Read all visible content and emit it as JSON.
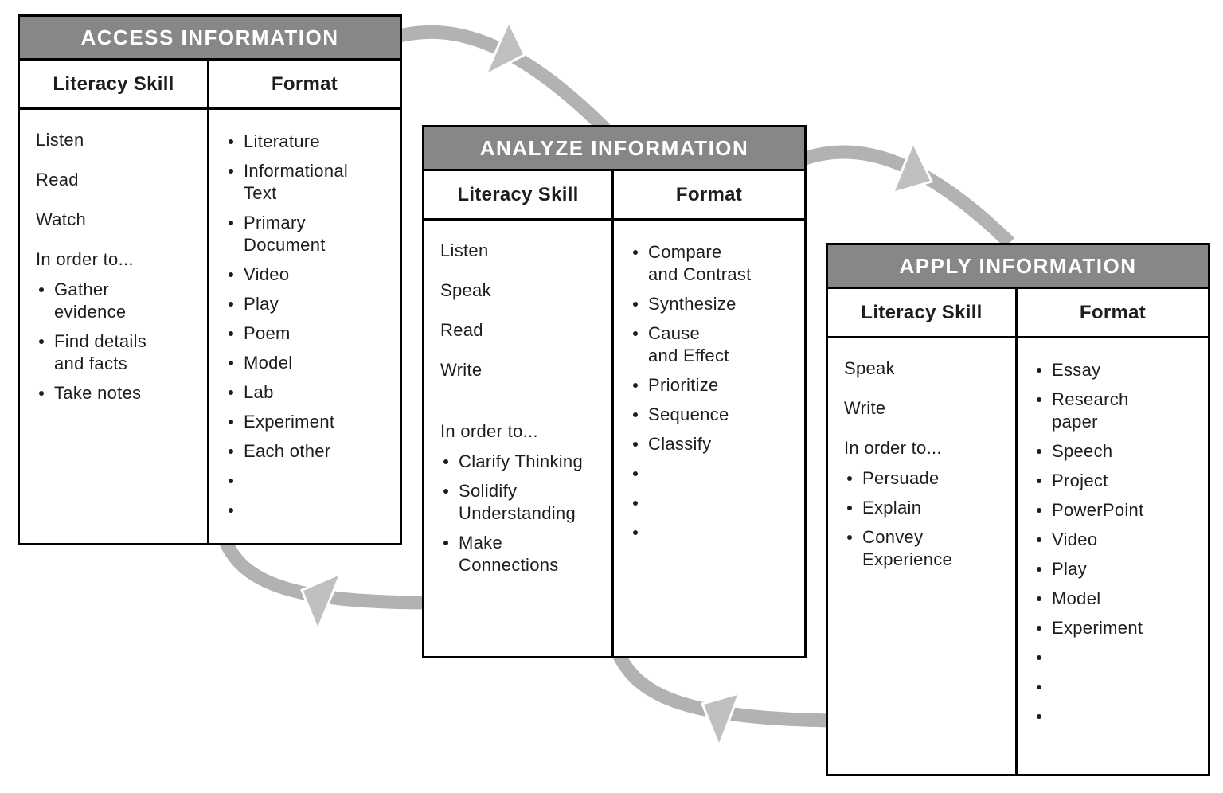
{
  "colors": {
    "table_header_bg": "#878787",
    "table_header_text": "#ffffff",
    "arc": "#b2b2b2",
    "arrowhead": "#c0c0c0",
    "border": "#000000",
    "text": "#1d1d1d"
  },
  "tables": {
    "access": {
      "title": "ACCESS INFORMATION",
      "col_literacy": "Literacy Skill",
      "col_format": "Format",
      "skills": [
        "Listen",
        "Read",
        "Watch"
      ],
      "in_order_label": "In order to...",
      "purposes": [
        "Gather\nevidence",
        "Find details\nand facts",
        "Take notes"
      ],
      "formats": [
        "Literature",
        "Informational\nText",
        "Primary\nDocument",
        "Video",
        "Play",
        "Poem",
        "Model",
        "Lab",
        "Experiment",
        "Each other",
        "",
        ""
      ]
    },
    "analyze": {
      "title": "ANALYZE INFORMATION",
      "col_literacy": "Literacy Skill",
      "col_format": "Format",
      "skills": [
        "Listen",
        "Speak",
        "Read",
        "Write"
      ],
      "in_order_label": "In order to...",
      "purposes": [
        "Clarify Thinking",
        "Solidify\nUnderstanding",
        "Make\nConnections"
      ],
      "formats": [
        "Compare\nand Contrast",
        "Synthesize",
        "Cause\nand Effect",
        "Prioritize",
        "Sequence",
        "Classify",
        "",
        "",
        ""
      ]
    },
    "apply": {
      "title": "APPLY INFORMATION",
      "col_literacy": "Literacy Skill",
      "col_format": "Format",
      "skills": [
        "Speak",
        "Write"
      ],
      "in_order_label": "In order to...",
      "purposes": [
        "Persuade",
        "Explain",
        "Convey\nExperience"
      ],
      "formats": [
        "Essay",
        "Research\npaper",
        "Speech",
        "Project",
        "PowerPoint",
        "Video",
        "Play",
        "Model",
        "Experiment",
        "",
        "",
        ""
      ]
    }
  }
}
